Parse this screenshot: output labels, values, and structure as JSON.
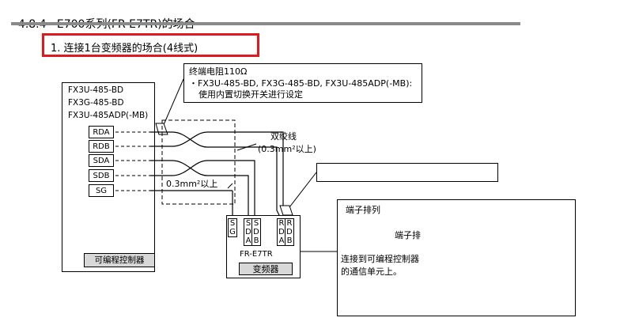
{
  "section": {
    "number": "4.8.4",
    "title": "E700系列(FR-E7TR)的场合"
  },
  "subsection": {
    "title": "1. 连接1台变频器的场合(4线式)"
  },
  "plc": {
    "models": [
      "FX3U-485-BD",
      "FX3G-485-BD",
      "FX3U-485ADP(-MB)"
    ],
    "terminals": [
      "RDA",
      "RDB",
      "SDA",
      "SDB",
      "SG"
    ],
    "name": "可编程控制器"
  },
  "termination_note": {
    "title": "终端电阻110Ω",
    "line1": "・FX3U-485-BD, FX3G-485-BD, FX3U-485ADP(-MB):",
    "line2": "使用内置切换开关进行设定"
  },
  "twisted_pair": {
    "label": "双绞线",
    "spec": "(0.3mm²以上)"
  },
  "sg_wire": {
    "spec": "0.3mm²以上"
  },
  "inverter": {
    "terminals": [
      {
        "chars": [
          "S",
          "G"
        ]
      },
      {
        "chars": [
          "S",
          "D",
          "A"
        ]
      },
      {
        "chars": [
          "S",
          "D",
          "B"
        ]
      },
      {
        "chars": [
          "R",
          "D",
          "A"
        ]
      },
      {
        "chars": [
          "R",
          "D",
          "B"
        ]
      }
    ],
    "model": "FR-E7TR",
    "name": "变频器"
  },
  "terminal_panel": {
    "title": "端子排列",
    "block_label": "端子排",
    "desc_line1": "连接到可编程控制器",
    "desc_line2": "的通信单元上。"
  },
  "colors": {
    "highlight": "#e0191f",
    "section_bar": "#8a8a8a",
    "label_fill": "#d8d8d8"
  }
}
